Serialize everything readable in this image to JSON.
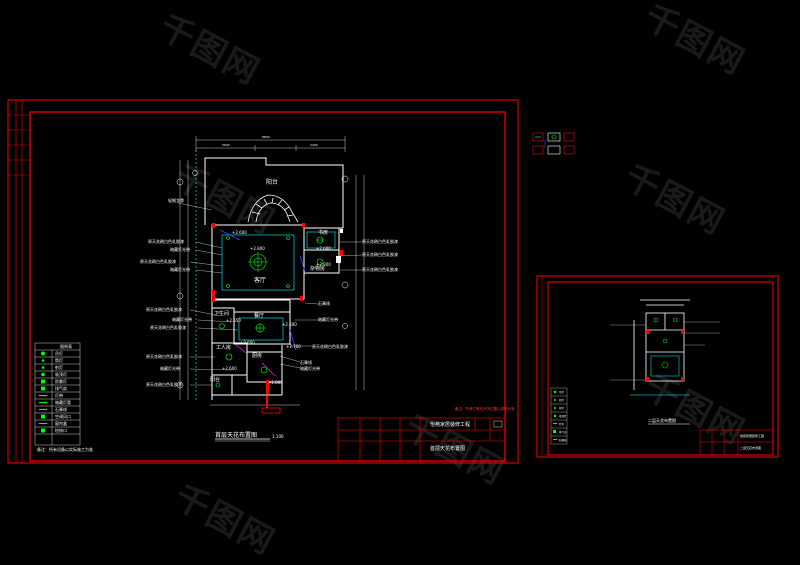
{
  "watermark": "千图网",
  "sheet1": {
    "plan_title": "首层天花布置图",
    "plan_scale": "1:100",
    "project_name": "怡苑家居装修工程",
    "drawing_name": "首层天花布置图",
    "note": "备注：所有设备以实际施工为准",
    "legend": {
      "title": "图例表",
      "rows": [
        "吊灯",
        "筒灯",
        "射灯",
        "吸顶灯",
        "防雾灯",
        "排气扇",
        "灯带",
        "暗藏灯管",
        "石膏线",
        "空调风口",
        "窗帘盒",
        "检修口"
      ]
    },
    "rooms": {
      "balcony_top": "阳台",
      "living": "客厅",
      "study": "书房",
      "storage": "杂物房",
      "bath": "卫生间",
      "dining": "餐厅",
      "worker": "工人房",
      "kitchen": "厨房",
      "balcony_bottom": "阳台"
    },
    "callouts_left": [
      "轻钢龙骨",
      "原天花刷白色乳胶漆",
      "暗藏灯光带",
      "原天花刷白色乳胶漆",
      "暗藏灯光带",
      "原天花刷白色乳胶漆",
      "暗藏灯光带",
      "原天花刷白色乳胶漆",
      "原天花刷白色乳胶漆",
      "暗藏灯光带",
      "原天花刷白色乳胶漆"
    ],
    "callouts_right": [
      "原天花刷白色乳胶漆",
      "原天花刷白色乳胶漆",
      "原天花刷白色乳胶漆",
      "石膏线",
      "暗藏灯光带",
      "石膏线",
      "原天花刷白色乳胶漆",
      "暗藏灯光带"
    ],
    "levels": [
      "+2.800",
      "+2.600",
      "+2.800",
      "+2.650",
      "+2.600",
      "+2.800",
      "+2.600",
      "+2.800",
      "+2.700",
      "+2.600"
    ],
    "red_note": "备注：所有灯具及开关位置以现场为准"
  },
  "sheet2": {
    "plan_title": "二层天花布置图",
    "project_name": "怡苑家居装修工程",
    "drawing_name": "二层天花布置图",
    "legend_rows": [
      "吊灯",
      "筒灯",
      "射灯",
      "吸顶灯",
      "灯带",
      "排气扇",
      "石膏线"
    ]
  },
  "colors": {
    "frame": "#ff0000",
    "walls": "#ffffff",
    "dims": "#00ffff",
    "fixtures": "#00ff00",
    "accent": "#ff00ff"
  }
}
